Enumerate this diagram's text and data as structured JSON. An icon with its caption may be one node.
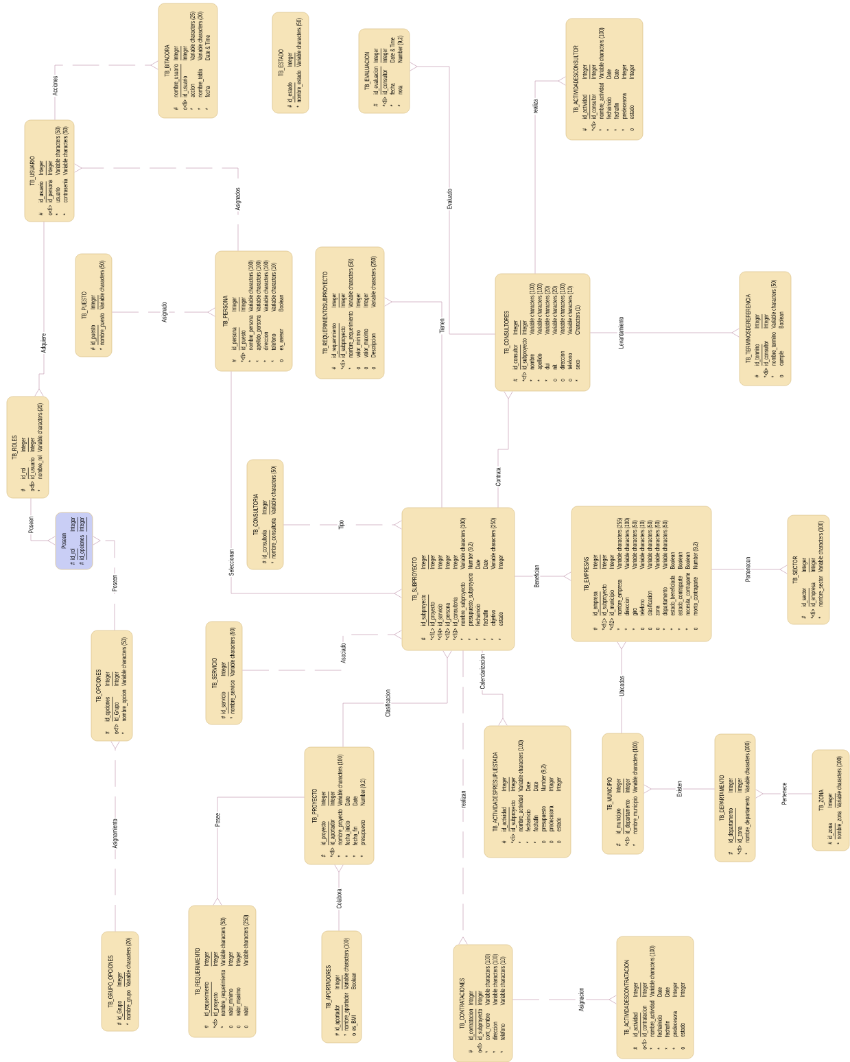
{
  "diagram": {
    "nodes": [
      {
        "text": [
          "TB_BITACORA",
          "#",
          "nombre_usuario",
          "Integer",
          "o<fi>",
          "id_usuario",
          "Integer",
          "*",
          "accion",
          "Variable characters (25)",
          "*",
          "nombre_tabla",
          "Variable characters (30)",
          "*",
          "fecha",
          "Date & Time"
        ]
      },
      {
        "text": [
          "TB_ESTADO",
          "#",
          "id_estado",
          "Integer",
          "*",
          "nombre_estado",
          "Variable characters (50)"
        ]
      },
      {
        "text": [
          "TB_USUARIO",
          "#",
          "id_usuario",
          "Integer",
          "o<fi>",
          "id_persona",
          "Integer",
          "*",
          "usuario",
          "Variable characters (50)",
          "*",
          "contrasenia",
          "Variable characters (50)"
        ]
      },
      {
        "text": [
          "TB_EVALUACION",
          "#",
          "id_evaluacion",
          "Integer",
          "*<fi>",
          "id_consultor",
          "Integer",
          "*",
          "fecha",
          "Date & Time",
          "*",
          "nota",
          "Number (9,2)"
        ]
      },
      {
        "text": [
          "TB_ACTIVIDADESCONSULTOR",
          "#",
          "id_actividad",
          "Integer",
          "*<fi>",
          "id_consultor",
          "Integer",
          "*",
          "nombre_actividad",
          "Variable characters (100)",
          "*",
          "fechainicio",
          "Date",
          "*",
          "fechafin",
          "Date",
          "*",
          "predecesora",
          "Integer",
          "o",
          "estado",
          "Integer"
        ]
      },
      {
        "text": [
          "TB_PUESTO",
          "#",
          "id_puesto",
          "Integer",
          "*",
          "nombre_puesto",
          "Variable characters (50)"
        ]
      },
      {
        "text": [
          "TB_PERSONA",
          "#",
          "id_persona",
          "Integer",
          "*<fi>",
          "id_puesto",
          "Integer",
          "*",
          "nombre_persona",
          "Variable characters (100)",
          "*",
          "apellido_persona",
          "Variable characters (100)",
          "*",
          "direccion",
          "Variable characters (100)",
          "*",
          "telefono",
          "Variable characters (10)",
          "o",
          "es_asesor",
          "Boolean"
        ]
      },
      {
        "text": [
          "TB_REQUERIMIENTOSUBPROYECTO",
          "#",
          "id_requerimiento",
          "Integer",
          "*<fi>",
          "id_subproyecto",
          "Integer",
          "*",
          "nombre_requerimiento",
          "Variable characters (50)",
          "o",
          "valor_minimo",
          "Integer",
          "o",
          "valor_maximo",
          "Integer",
          "o",
          "Descripcion",
          "Variable characters (250)"
        ]
      },
      {
        "text": [
          "TB_CONSULTORES",
          "#",
          "id_consultor",
          "Integer",
          "*<fi>",
          "id_subproyecto",
          "Integer",
          "*",
          "nombre",
          "Variable characters (100)",
          "*",
          "apellido",
          "Variable characters (100)",
          "*",
          "dui",
          "Variable characters (20)",
          "o",
          "nit",
          "Variable characters (20)",
          "o",
          "direccion",
          "Variable characters (100)",
          "o",
          "telefono",
          "Variable characters (10)",
          "*",
          "sexo",
          "Characters (1)"
        ]
      },
      {
        "text": [
          "TB_TERMINOSDEREFERENCIA",
          "#",
          "id_termino",
          "Integer",
          "*<fi>",
          "id_consultor",
          "Integer",
          "*",
          "nombre_termino",
          "Variable characters (50)",
          "o",
          "cumple",
          "Boolean"
        ]
      },
      {
        "text": [
          "TB_ROLES",
          "#",
          "id_rol",
          "Integer",
          "o<fi>",
          "id_usuario",
          "Integer",
          "*",
          "nombre_rol",
          "Variable characters (20)"
        ]
      },
      {
        "text": [
          "TB_CONSULTORIA",
          "#",
          "id_consultoria",
          "Integer",
          "*",
          "nombre_consultoria",
          "Variable characters (50)"
        ]
      },
      {
        "text": [
          "TB_SUBPROYECTO",
          "#",
          "id_subproyecto",
          "Integer",
          "*<fi1>",
          "id_proyecto",
          "Integer",
          "*<fi4>",
          "id_servicio",
          "Integer",
          "*<fi2>",
          "id_persona",
          "Integer",
          "*<fi3>",
          "id_consultoria",
          "Integer",
          "*",
          "nombre_subproyecto",
          "Variable characters (100)",
          "*",
          "presupuesto_subproyecto",
          "Number (9,2)",
          "*",
          "fechainicio",
          "Date",
          "*",
          "fechafin",
          "Date",
          "*",
          "objetivo",
          "Variable characters (250)",
          "*",
          "estado",
          "Integer"
        ]
      },
      {
        "text": [
          "TB_EMPRESAS",
          "#",
          "id_empresa",
          "Integer",
          "*<fi1>",
          "id_subproyecto",
          "Integer",
          "*<fi2>",
          "id_municipio",
          "Integer",
          "*",
          "nombre_empresa",
          "Variable characters (255)",
          "*",
          "direccion",
          "Variable characters (100)",
          "*",
          "giro",
          "Variable characters (50)",
          "o",
          "telefono",
          "Variable characters (10)",
          "o",
          "clasificacion",
          "Variable characters (50)",
          "o",
          "zona",
          "Variable characters (50)",
          "*",
          "departamento",
          "Variable characters (50)",
          "*",
          "estado_beneficiada",
          "Boolean",
          "*",
          "estado_contraparte",
          "Boolean",
          "*",
          "necesita_contraparte",
          "Boolean",
          "o",
          "monto_contraparte",
          "Number (9,2)"
        ]
      },
      {
        "text": [
          "TB_SECTOR",
          "#",
          "id_sector",
          "Integer",
          "*<fi>",
          "id_empresa",
          "Integer",
          "*",
          "nombre_sector",
          "Variable characters (100)"
        ]
      },
      {
        "text": [
          "Poseen",
          "#",
          "id_rol",
          "Integer",
          "#",
          "id_opciones",
          "Integer"
        ]
      },
      {
        "text": [
          "TB_OPCIONES",
          "#",
          "id_opciones",
          "Integer",
          "o<fi>",
          "Id_Grupo",
          "Integer",
          "*",
          "nombre_opcion",
          "Variable characters (50)"
        ]
      },
      {
        "text": [
          "TB_SERVICIO",
          "#",
          "id_servicio",
          "Integer",
          "*",
          "nombre_servicio",
          "Variable characters (50)"
        ]
      },
      {
        "text": [
          "TB_ACTIVIDADESPRESUPUESTADA",
          "#",
          "id_actividad",
          "Integer",
          "*<fi>",
          "id_subproyecto",
          "Integer",
          "*",
          "nombre_actividad",
          "Variable characters (100)",
          "*",
          "fechainicio",
          "Date",
          "*",
          "fechafin",
          "Date",
          "o",
          "presupuesto",
          "Number (9,2)",
          "o",
          "predecesora",
          "Integer",
          "o",
          "estado",
          "Integer"
        ]
      },
      {
        "text": [
          "TB_MUNICIPIO",
          "#",
          "id_municipio",
          "Integer",
          "*<fi>",
          "id_departamento",
          "Integer",
          "*",
          "nombre_municipio",
          "Variable characters (100)"
        ]
      },
      {
        "text": [
          "TB_DEPARTAMENTO",
          "#",
          "id_departamento",
          "Integer",
          "*<fi>",
          "id_zona",
          "Integer",
          "*",
          "nombre_departamento",
          "Variable characters (100)"
        ]
      },
      {
        "text": [
          "TB_ZONA",
          "#",
          "id_zona",
          "Integer",
          "*",
          "nombre_zona",
          "Variable characters (100)"
        ]
      },
      {
        "text": [
          "TB_PROYECTO",
          "#",
          "id_proyecto",
          "Integer",
          "*<fi>",
          "id_aportador",
          "Integer",
          "*",
          "nombre_proyecto",
          "Variable characters (100)",
          "*",
          "fecha_inicio",
          "Date",
          "*",
          "fecha_fin",
          "Date",
          "*",
          "presupuesto",
          "Number (9,2)"
        ]
      },
      {
        "text": [
          "TB_GRUPO_OPCIONES",
          "#",
          "Id_Grupo",
          "Integer",
          "*",
          "nombre_grupo",
          "Variable characters (20)"
        ]
      },
      {
        "text": [
          "TB_REQUERIMIENTO",
          "#",
          "id_requerimiento",
          "Integer",
          "*<fi>",
          "id_proyecto",
          "Integer",
          "*",
          "nombre_requerimiento",
          "Variable characters (50)",
          "o",
          "valor_minimo",
          "Integer",
          "o",
          "valor_maximo",
          "Integer",
          "o",
          "valor",
          "Variable characters (250)"
        ]
      },
      {
        "text": [
          "TB_APORTADORES",
          "#",
          "id_aportador",
          "Integer",
          "*",
          "nombre_aportador",
          "Variable characters (100)",
          "o",
          "es_BMI",
          "Boolean"
        ]
      },
      {
        "text": [
          "TB_CONTRATACIONES",
          "#",
          "id_contratacion",
          "Integer",
          "o<fi>",
          "id_subproyecto",
          "Integer",
          "*",
          "cont_nombre",
          "Variable characters (100)",
          "*",
          "direccion",
          "Variable characters (100)",
          "*",
          "telefono",
          "Variable characters (10)"
        ]
      },
      {
        "text": [
          "TB_ACTIVIDADESCONTRATACION",
          "#",
          "id_actividad",
          "Integer",
          "o<fi>",
          "id_contratacion",
          "Integer",
          "*",
          "nombre_actividad",
          "Variable characters (100)",
          "*",
          "fechainicio",
          "Date",
          "*",
          "fechafin",
          "Date",
          "*",
          "predecesora",
          "Integer",
          "o",
          "estado",
          "Integer"
        ]
      }
    ],
    "edges": [
      {
        "from": 2,
        "to": 0,
        "arrow": "other",
        "label": "Acciones",
        "style": "dashed"
      },
      {
        "from": 6,
        "to": 2,
        "arrow": "other",
        "label": "Asignados",
        "style": "dashed"
      },
      {
        "from": 2,
        "to": 10,
        "arrow": "other",
        "label": "Adquiere"
      },
      {
        "from": 5,
        "to": 6,
        "arrow": "other",
        "label": "Asignado",
        "style": "dashed"
      },
      {
        "from": 10,
        "to": 15,
        "arrow": "other",
        "label": "Poseen"
      },
      {
        "from": 16,
        "to": 15,
        "arrow": "other",
        "label": "Poseen",
        "style": "dashed"
      },
      {
        "from": 23,
        "to": 16,
        "arrow": "other",
        "label": "Asignamiento",
        "style": "dashed"
      },
      {
        "from": 6,
        "to": 12,
        "arrow": "other",
        "label": "Seleccionan"
      },
      {
        "from": 11,
        "to": 12,
        "arrow": "other",
        "label": "Tipo",
        "style": "dashed"
      },
      {
        "from": 17,
        "to": 12,
        "arrow": "other",
        "label": "Asociado",
        "style": "dashed"
      },
      {
        "from": 22,
        "to": 12,
        "arrow": "other",
        "label": "Clasificacion"
      },
      {
        "from": 12,
        "to": 7,
        "arrow": "other",
        "label": "Tienen"
      },
      {
        "from": 8,
        "to": 3,
        "arrow": "other",
        "label": "Evaluado"
      },
      {
        "from": 8,
        "to": 4,
        "arrow": "other",
        "label": "realiza"
      },
      {
        "from": 8,
        "to": 9,
        "arrow": "other",
        "label": "Levantamiento"
      },
      {
        "from": 12,
        "to": 8,
        "arrow": "other",
        "label": "Contrata"
      },
      {
        "from": 12,
        "to": 13,
        "arrow": "other",
        "label": "Benefician"
      },
      {
        "from": 13,
        "to": 14,
        "arrow": "other",
        "label": "Pertenecen"
      },
      {
        "from": 19,
        "to": 13,
        "arrow": "other",
        "label": "Ubicadas"
      },
      {
        "from": 20,
        "to": 19,
        "arrow": "other",
        "label": "Existen"
      },
      {
        "from": 21,
        "to": 20,
        "arrow": "other",
        "label": "Pertenece"
      },
      {
        "from": 12,
        "to": 18,
        "arrow": "other",
        "label": "Calendarizacion"
      },
      {
        "from": 12,
        "to": 26,
        "arrow": "other",
        "label": "realizan",
        "style": "dashed"
      },
      {
        "from": 22,
        "to": 24,
        "arrow": "other",
        "label": "Posee"
      },
      {
        "from": 25,
        "to": 22,
        "arrow": "other",
        "label": "Colabora"
      },
      {
        "from": 26,
        "to": 27,
        "arrow": "other",
        "label": "Asignacion",
        "style": "dashed"
      }
    ]
  }
}
